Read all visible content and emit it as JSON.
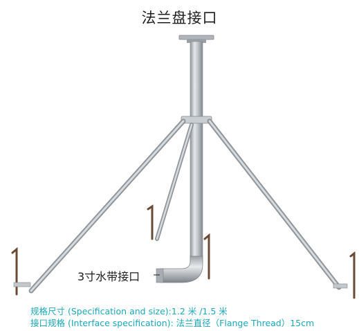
{
  "title": "法兰盘接口",
  "hose_label": "3寸水带接口",
  "specs": {
    "size": "规格尺寸 (Specification and size):1.2 米 /1.5 米",
    "interface": "接口规格 (Interface specification): 法兰直径（Flange Thread）15cm"
  },
  "colors": {
    "text": "#1c1c1c",
    "spec_text": "#1aa7b8",
    "metal": "#b9bfc4",
    "metal_dark": "#8c9298",
    "stake": "#6b4a33"
  }
}
